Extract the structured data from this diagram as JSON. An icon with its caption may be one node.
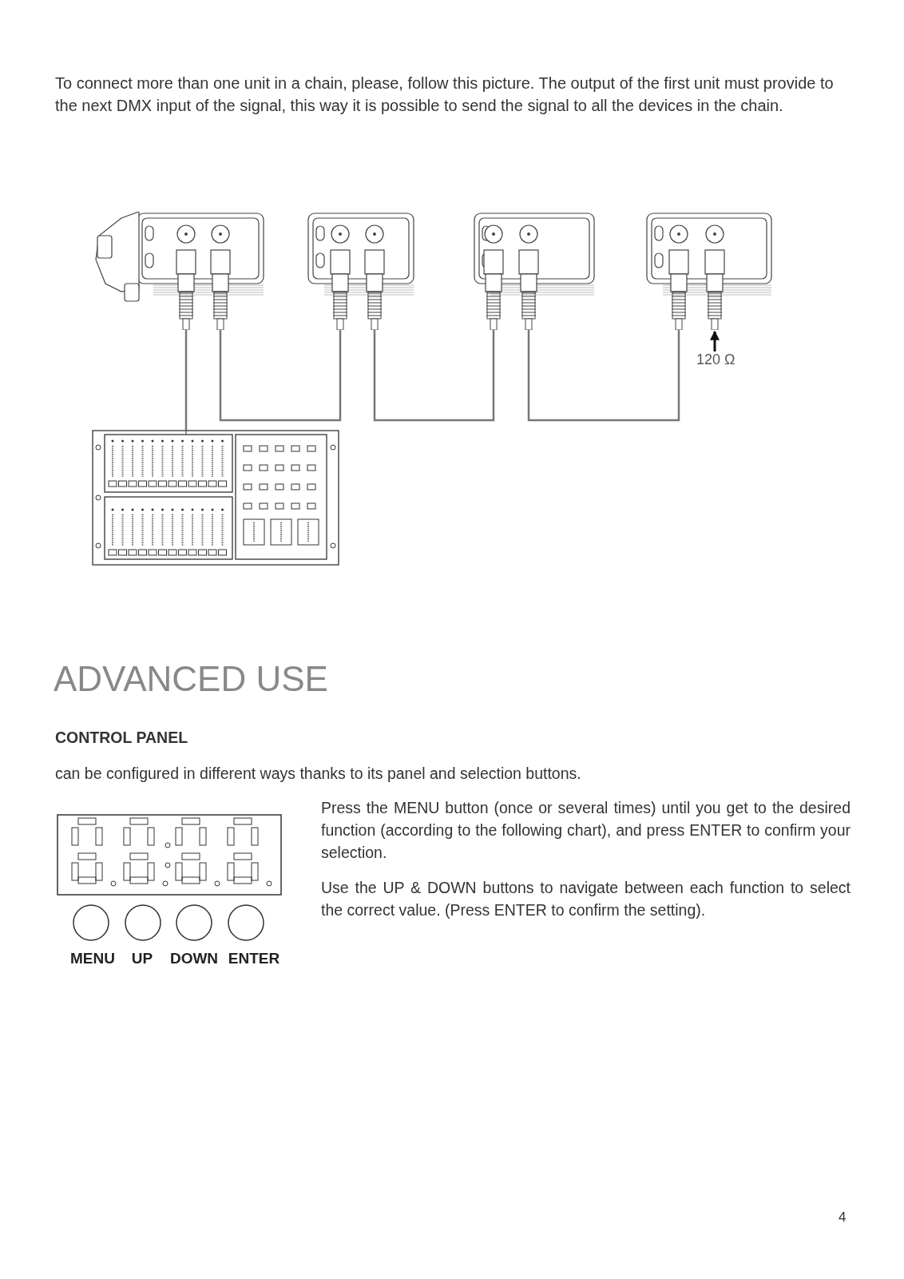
{
  "diagram": {
    "nodes": [
      {
        "text": [],
        "shape": "picture"
      },
      {
        "text": [],
        "shape": "picture"
      },
      {
        "text": [],
        "shape": "picture"
      },
      {
        "text": [],
        "shape": "picture"
      },
      {
        "text": [],
        "shape": "picture"
      },
      {
        "text": [
          "120 Ω"
        ]
      }
    ],
    "edges": [
      {
        "from": 4,
        "to": 0,
        "arrow": "none"
      },
      {
        "from": 0,
        "to": 1,
        "arrow": "none"
      },
      {
        "from": 1,
        "to": 2,
        "arrow": "none"
      },
      {
        "from": 2,
        "to": 3,
        "arrow": "none"
      },
      {
        "from": 5,
        "to": 3,
        "arrow": "to",
        "color": "#111111"
      }
    ],
    "labels": [
      "To connect more than one unit in a chain, please, follow this picture. The output of the first unit must provide to the next DMX input of the signal, this way it is possible to send the signal to all the devices in the chain.",
      "ADVANCED USE",
      "CONTROL PANEL",
      "can be configured in different ways thanks to its panel and selection buttons.",
      "Press the MENU button (once or several times) until you get to the desired function (according to the following chart), and press ENTER to confirm your selection.",
      "Use the UP & DOWN buttons to navigate between each function to select the correct value. (Press ENTER to confirm the setting).",
      "MENU",
      "UP",
      "DOWN",
      "ENTER",
      "4"
    ]
  }
}
